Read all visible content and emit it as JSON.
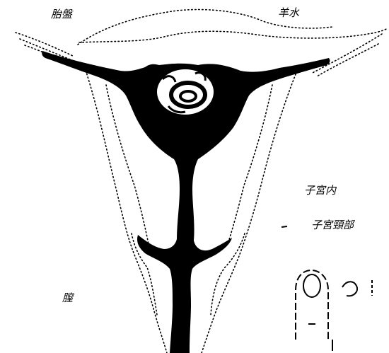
{
  "labels": {
    "placenta": "胎盤",
    "amniotic_fluid": "羊水",
    "uterus_inside": "子宮内",
    "cervix": "子宮頸部",
    "vagina": "膣"
  },
  "colors": {
    "ink": "#000000",
    "background": "#ffffff"
  },
  "icons": {
    "inset": "finger-inset-icon"
  }
}
